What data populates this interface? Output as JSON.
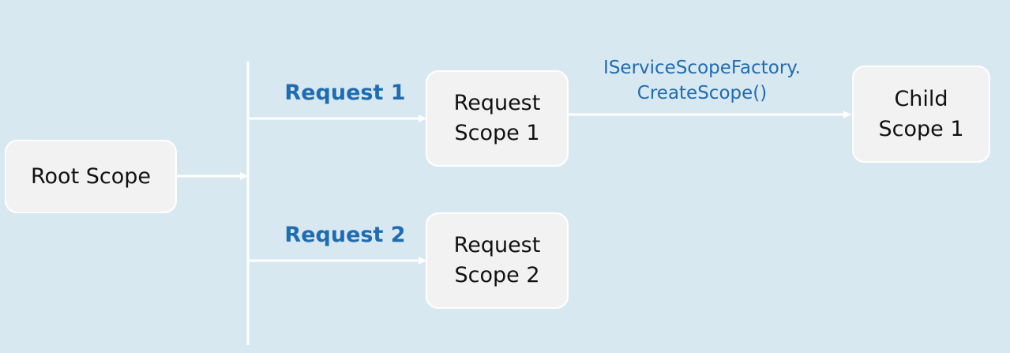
{
  "diagram": {
    "nodes": {
      "root_scope": {
        "lines": [
          "Root Scope"
        ]
      },
      "request_scope_1": {
        "lines": [
          "Request",
          "Scope 1"
        ]
      },
      "request_scope_2": {
        "lines": [
          "Request",
          "Scope 2"
        ]
      },
      "child_scope_1": {
        "lines": [
          "Child",
          "Scope 1"
        ]
      }
    },
    "edge_labels": {
      "request_1": "Request 1",
      "request_2": "Request 2",
      "create_scope": [
        "IServiceScopeFactory.",
        "CreateScope()"
      ]
    },
    "colors": {
      "background": "#d8e8f1",
      "node_fill": "#f2f2f2",
      "connector": "#ffffff",
      "label_text": "#1f6cb0",
      "node_text": "#111111"
    }
  }
}
